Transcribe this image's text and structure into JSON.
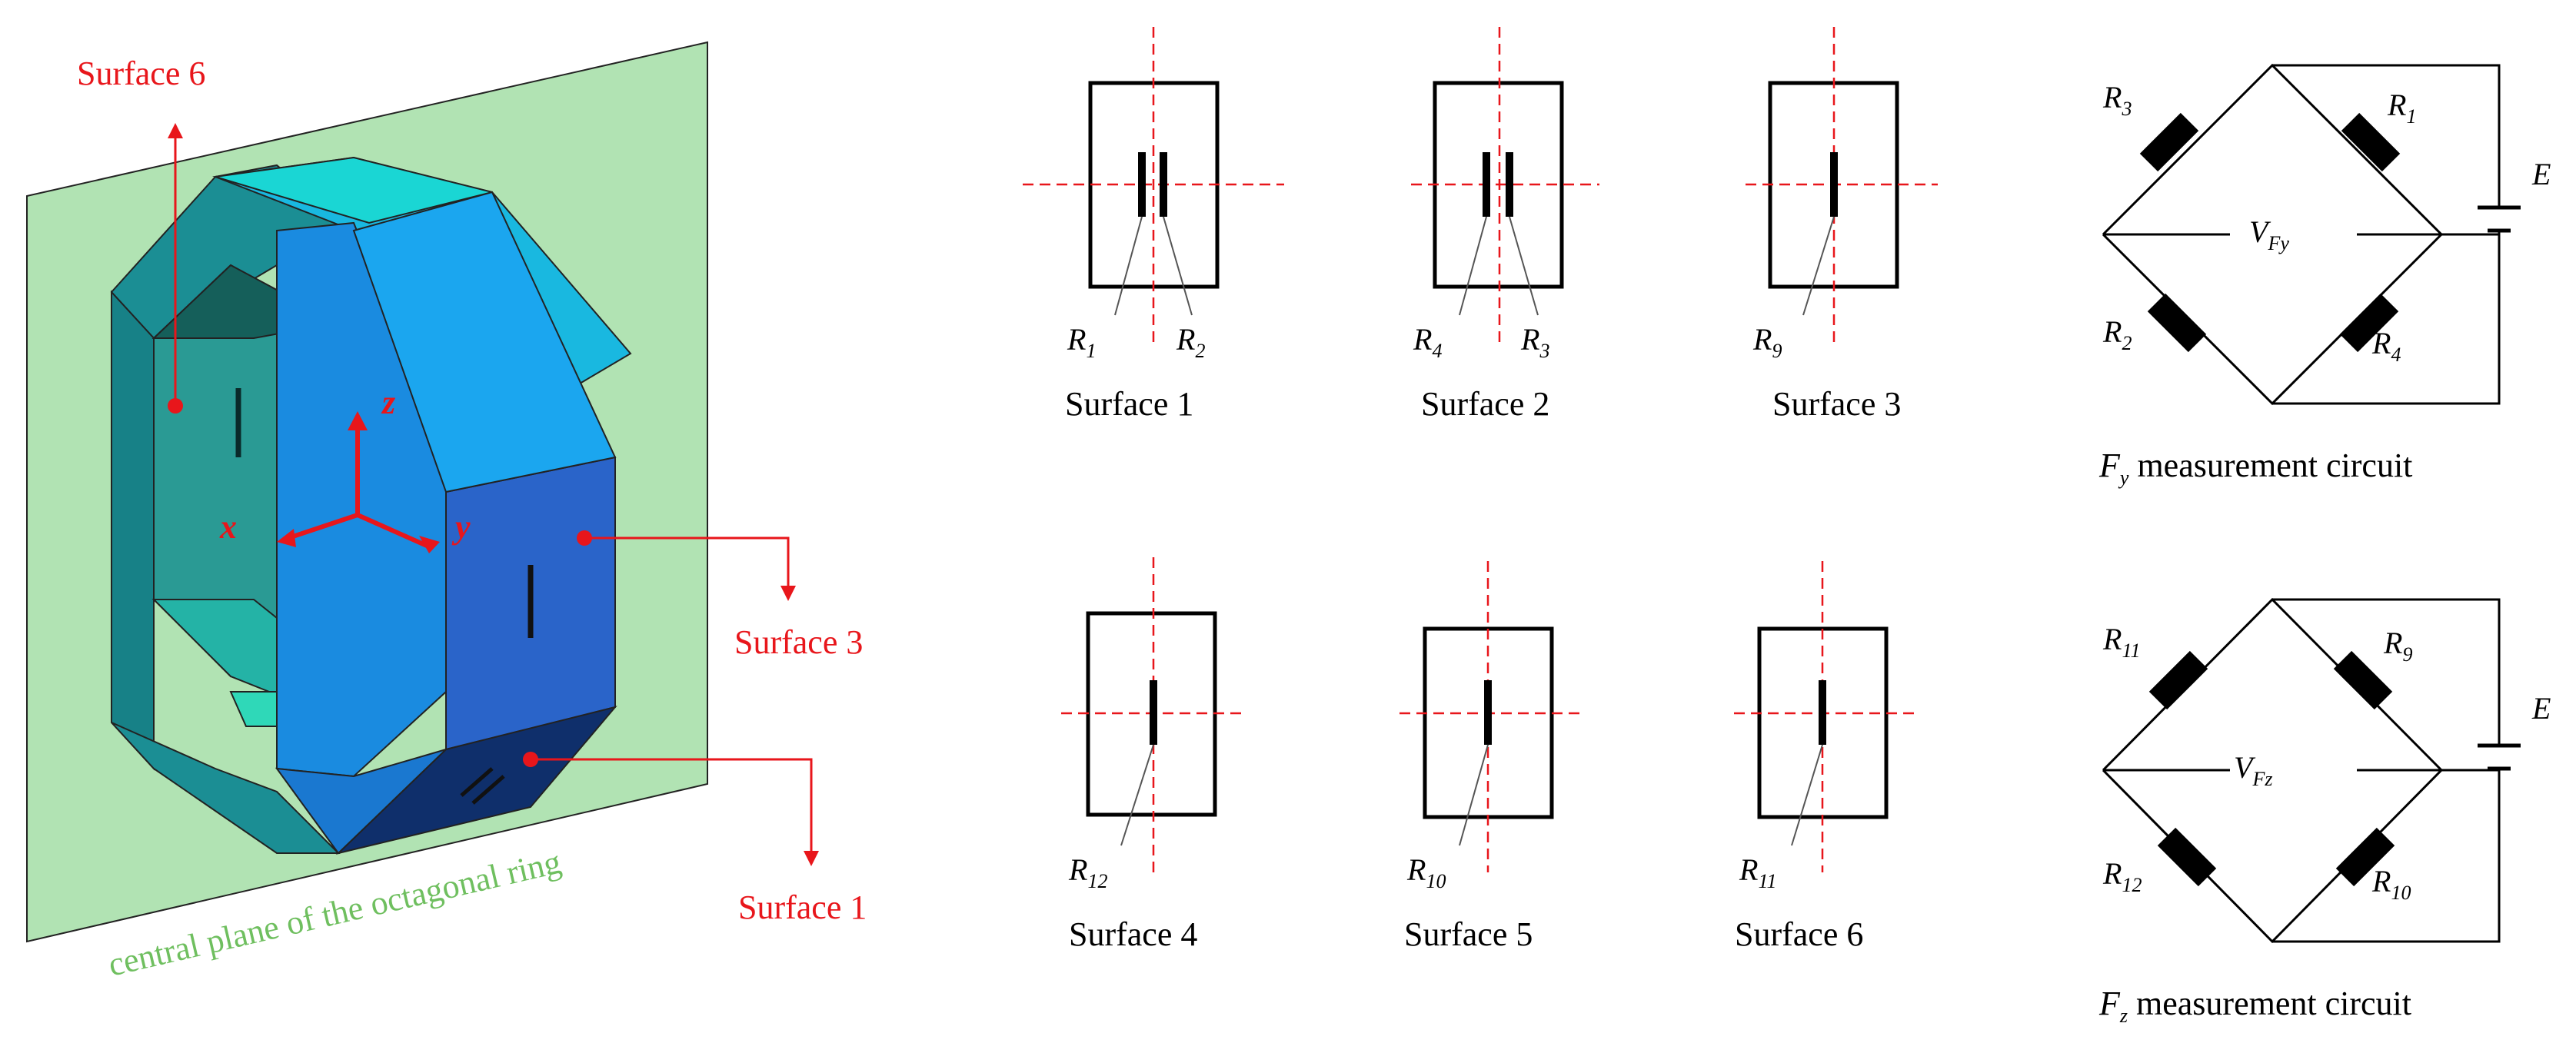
{
  "ring_figure": {
    "surface6_label": "Surface 6",
    "surface3_label": "Surface 3",
    "surface1_label": "Surface 1",
    "plane_label": "central plane of the octagonal ring",
    "axis_x": "x",
    "axis_y": "y",
    "axis_z": "z"
  },
  "surfaces": [
    {
      "caption": "Surface 1",
      "gauges": [
        {
          "r": "R",
          "sub": "1"
        },
        {
          "r": "R",
          "sub": "2"
        }
      ]
    },
    {
      "caption": "Surface 2",
      "gauges": [
        {
          "r": "R",
          "sub": "4"
        },
        {
          "r": "R",
          "sub": "3"
        }
      ]
    },
    {
      "caption": "Surface 3",
      "gauges": [
        {
          "r": "R",
          "sub": "9"
        }
      ]
    },
    {
      "caption": "Surface 4",
      "gauges": [
        {
          "r": "R",
          "sub": "12"
        }
      ]
    },
    {
      "caption": "Surface 5",
      "gauges": [
        {
          "r": "R",
          "sub": "10"
        }
      ]
    },
    {
      "caption": "Surface 6",
      "gauges": [
        {
          "r": "R",
          "sub": "11"
        }
      ]
    }
  ],
  "circuits": [
    {
      "top_left": {
        "r": "R",
        "sub": "3"
      },
      "top_right": {
        "r": "R",
        "sub": "1"
      },
      "bottom_left": {
        "r": "R",
        "sub": "2"
      },
      "bottom_right": {
        "r": "R",
        "sub": "4"
      },
      "voltage": {
        "v": "V",
        "sub": "Fy"
      },
      "source": "E",
      "caption_var": "F",
      "caption_sub": "y",
      "caption_text": " measurement circuit"
    },
    {
      "top_left": {
        "r": "R",
        "sub": "11"
      },
      "top_right": {
        "r": "R",
        "sub": "9"
      },
      "bottom_left": {
        "r": "R",
        "sub": "12"
      },
      "bottom_right": {
        "r": "R",
        "sub": "10"
      },
      "voltage": {
        "v": "V",
        "sub": "Fz"
      },
      "source": "E",
      "caption_var": "F",
      "caption_sub": "z",
      "caption_text": " measurement circuit"
    }
  ]
}
